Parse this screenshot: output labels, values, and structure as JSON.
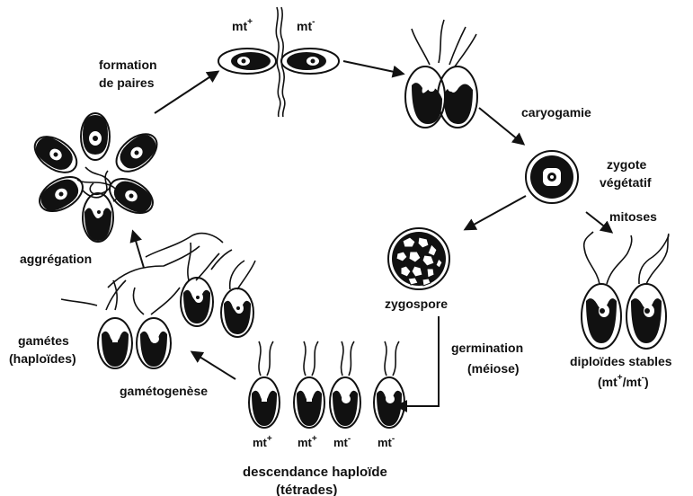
{
  "diagram": {
    "pairing": {
      "label_line1": "formation",
      "label_line2": "de paires",
      "mt_plus": "mt",
      "mt_minus": "mt",
      "sup_plus": "+",
      "sup_minus": "-"
    },
    "caryogamy": {
      "label": "caryogamie"
    },
    "zygote": {
      "label_line1": "zygote",
      "label_line2": "végétatif"
    },
    "mitoses": {
      "label": "mitoses"
    },
    "zygospore": {
      "label": "zygospore"
    },
    "diploids": {
      "label_line1": "diploïdes stables",
      "label_line2_open": "(mt",
      "label_line2_sup1": "+",
      "label_line2_mid": "/mt",
      "label_line2_sup2": "-",
      "label_line2_close": ")"
    },
    "germination": {
      "label_line1": "germination",
      "label_line2": "(méiose)"
    },
    "tetrads": {
      "mating_types": [
        {
          "base": "mt",
          "sup": "+"
        },
        {
          "base": "mt",
          "sup": "+"
        },
        {
          "base": "mt",
          "sup": "-"
        },
        {
          "base": "mt",
          "sup": "-"
        }
      ],
      "label_line1": "descendance haploïde",
      "label_line2": "(tétrades)"
    },
    "gametogenesis": {
      "label": "gamétogenèse"
    },
    "gametes": {
      "label_line1": "gamétes",
      "label_line2": "(haploïdes)"
    },
    "aggregation": {
      "label": "aggrégation"
    }
  }
}
